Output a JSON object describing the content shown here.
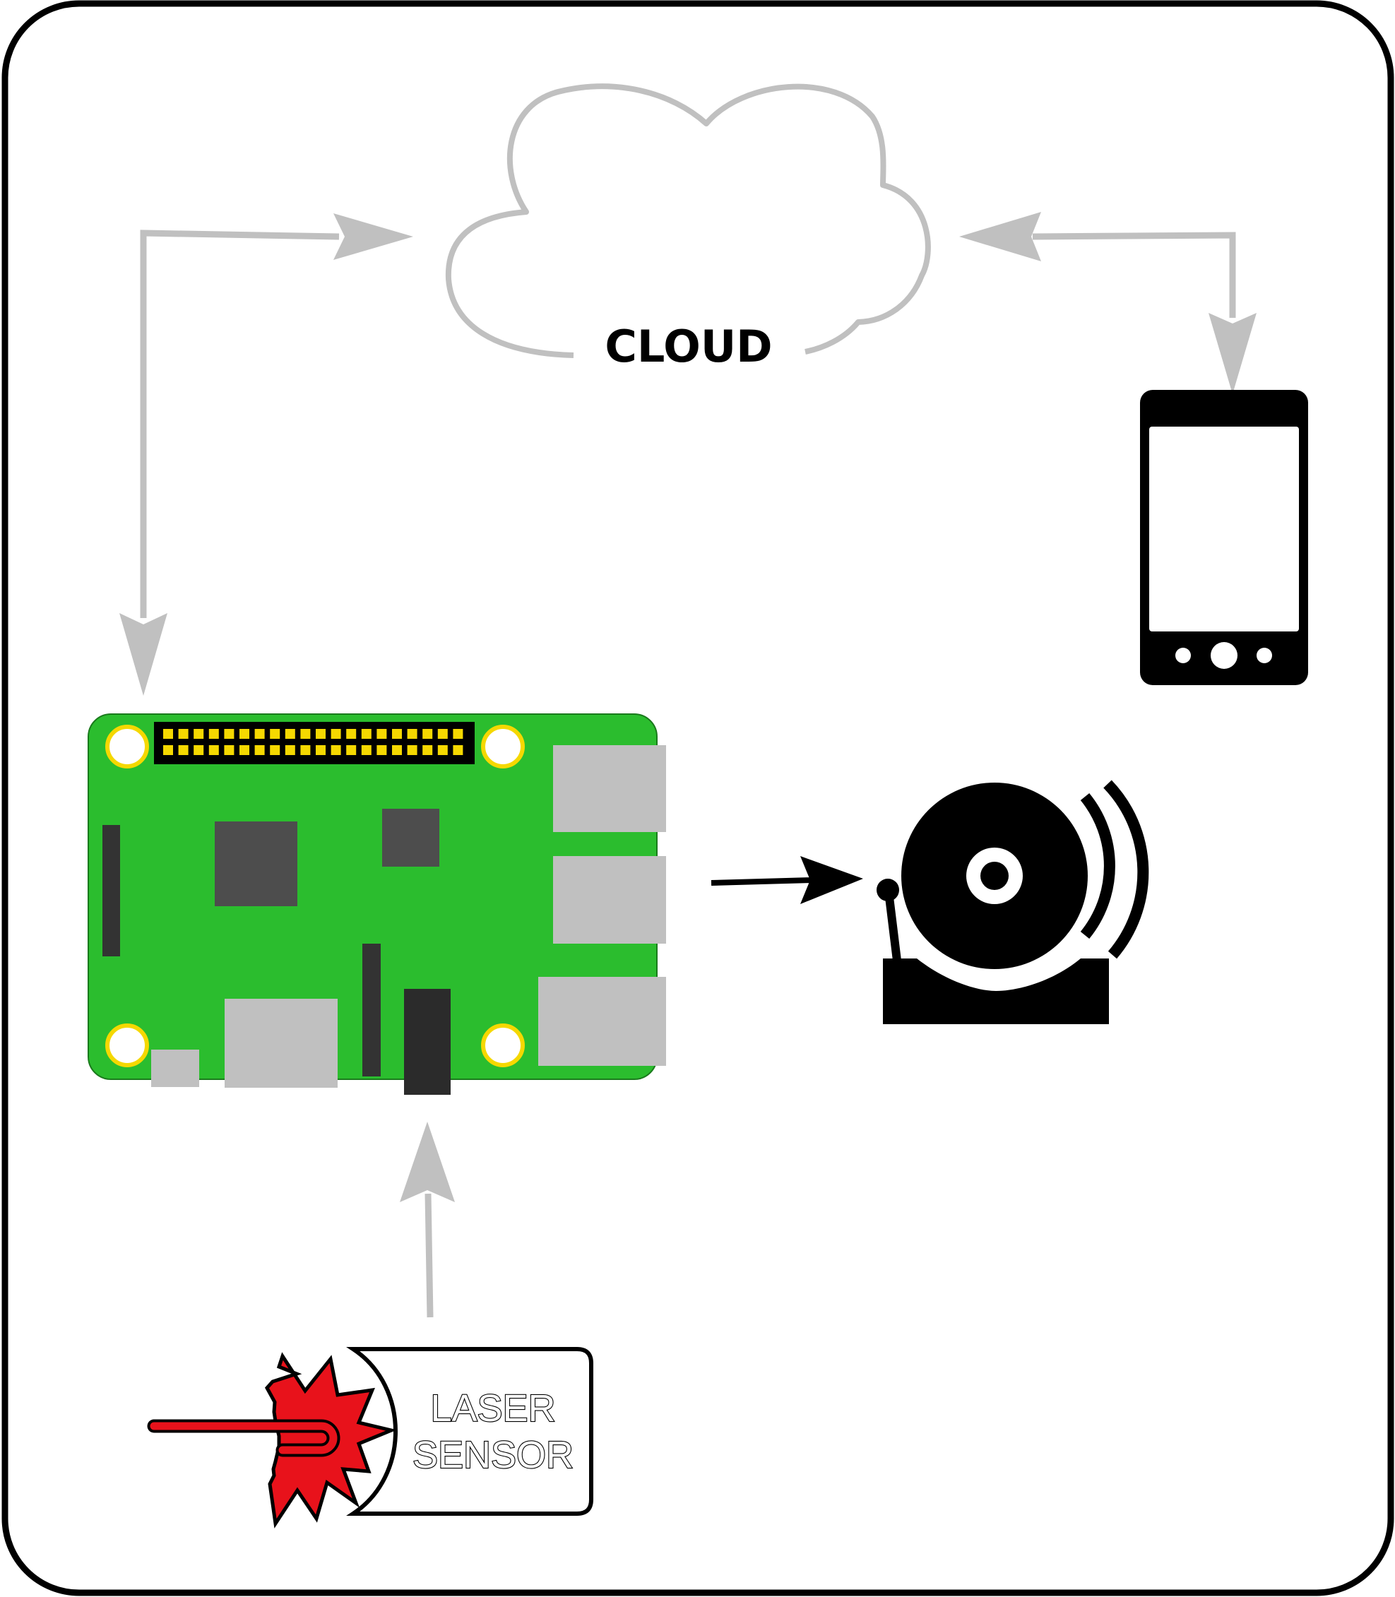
{
  "cloud": {
    "label": "CLOUD",
    "icon": "cloud-icon"
  },
  "sensor": {
    "label_line1": "LASER",
    "label_line2": "SENSOR",
    "icon": "laser-sensor-icon"
  },
  "devices": {
    "board": "raspberry-pi-board-icon",
    "phone": "smartphone-icon",
    "alarm": "alarm-bell-icon"
  },
  "colors": {
    "connector_gray": "#c0c0c0",
    "board_green": "#2bbd2e",
    "header_yellow": "#f5d800",
    "chip_dark": "#4d4d4d",
    "laser_red": "#e8121b",
    "outline_black": "#000000"
  }
}
